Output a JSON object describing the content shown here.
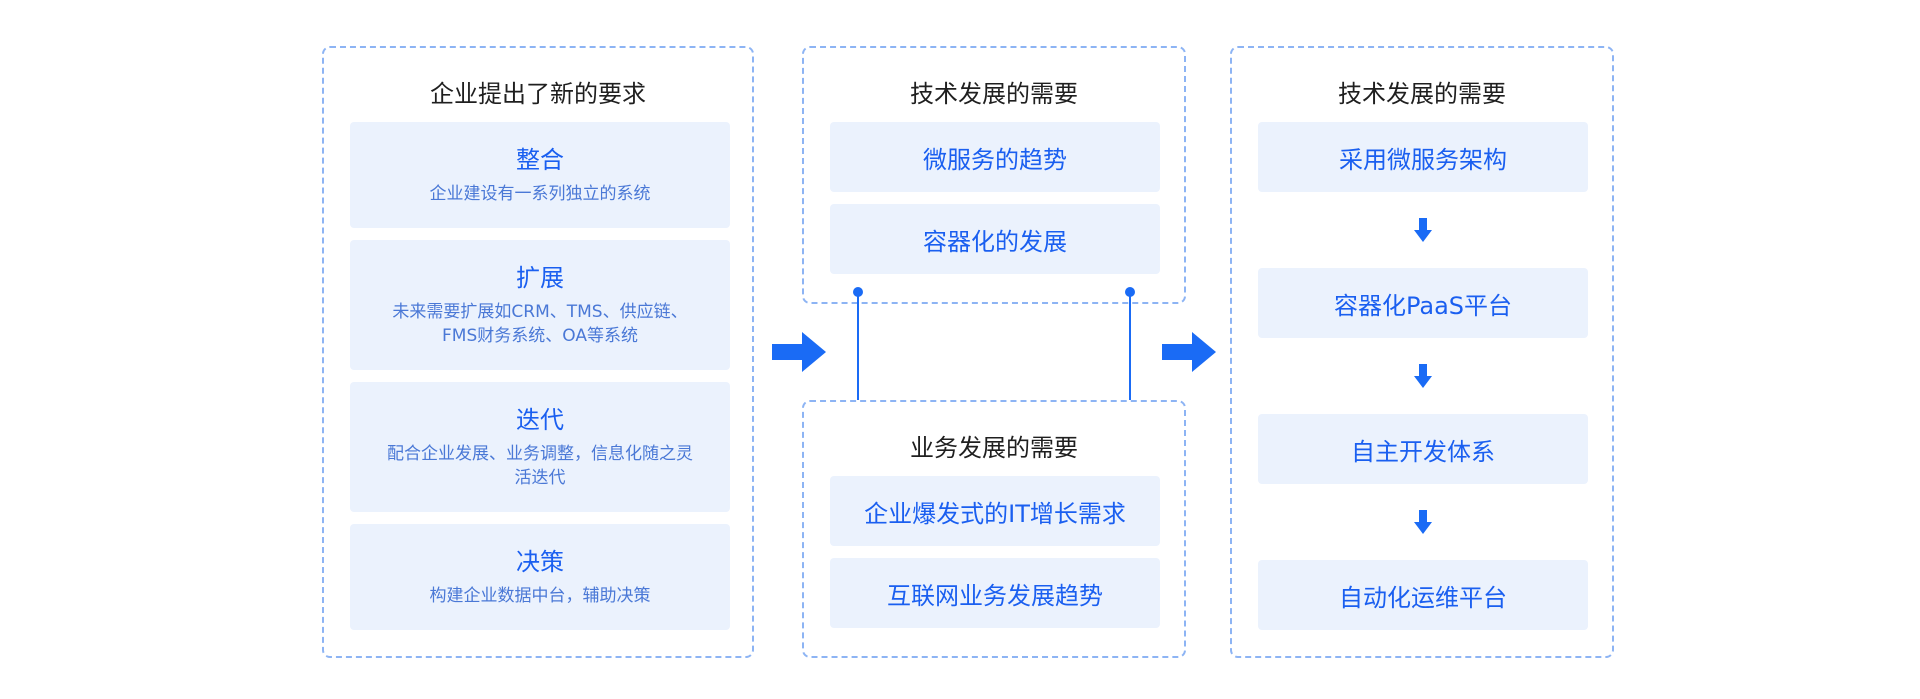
{
  "left_panel": {
    "title": "企业提出了新的要求",
    "cards": [
      {
        "title": "整合",
        "desc": "企业建设有一系列独立的系统"
      },
      {
        "title": "扩展",
        "desc": "未来需要扩展如CRM、TMS、供应链、FMS财务系统、OA等系统"
      },
      {
        "title": "迭代",
        "desc": "配合企业发展、业务调整，信息化随之灵活迭代"
      },
      {
        "title": "决策",
        "desc": "构建企业数据中台，辅助决策"
      }
    ]
  },
  "middle_top_panel": {
    "title": "技术发展的需要",
    "items": [
      "微服务的趋势",
      "容器化的发展"
    ]
  },
  "middle_bottom_panel": {
    "title": "业务发展的需要",
    "items": [
      "企业爆发式的IT增长需求",
      "互联网业务发展趋势"
    ]
  },
  "right_panel": {
    "title": "技术发展的需要",
    "steps": [
      "采用微服务架构",
      "容器化PaaS平台",
      "自主开发体系",
      "自动化运维平台"
    ]
  },
  "colors": {
    "accent": "#1a6bf5",
    "dashed_border": "#8db4f4",
    "card_bg": "#ebf2fd"
  },
  "icons": [
    "right-arrow-icon",
    "down-arrow-icon",
    "connector-dot-icon"
  ]
}
